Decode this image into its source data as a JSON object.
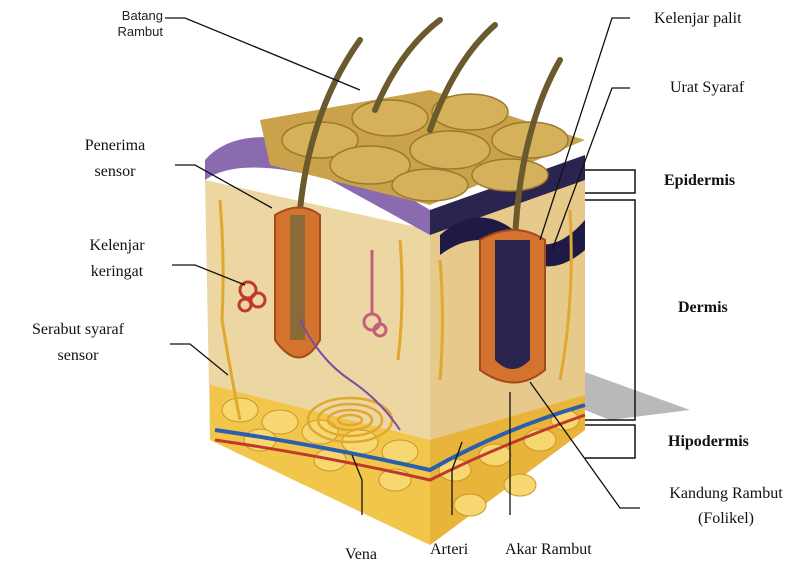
{
  "labels": {
    "batang_rambut": [
      "Batang",
      "Rambut"
    ],
    "kelenjar_palit": "Kelenjar palit",
    "urat_syaraf": "Urat Syaraf",
    "penerima_sensor": [
      "Penerima",
      "sensor"
    ],
    "kelenjar_keringat": [
      "Kelenjar",
      "keringat"
    ],
    "serabut_syaraf_sensor": [
      "Serabut syaraf",
      "sensor"
    ],
    "epidermis": "Epidermis",
    "dermis": "Dermis",
    "hipodermis": "Hipodermis",
    "kandung_rambut": [
      "Kandung Rambut",
      "(Folikel)"
    ],
    "vena": "Vena",
    "arteri": "Arteri",
    "akar_rambut": "Akar Rambut"
  },
  "colors": {
    "epidermis_top": "#c9a24a",
    "dermis": "#ecd7a3",
    "hypodermis_fat": "#f2c64b",
    "vein": "#2a5fae",
    "artery": "#c0392b",
    "nerve": "#e0a82e",
    "hair": "#6b5a2e",
    "purple_layer": "#8a6bb0"
  }
}
